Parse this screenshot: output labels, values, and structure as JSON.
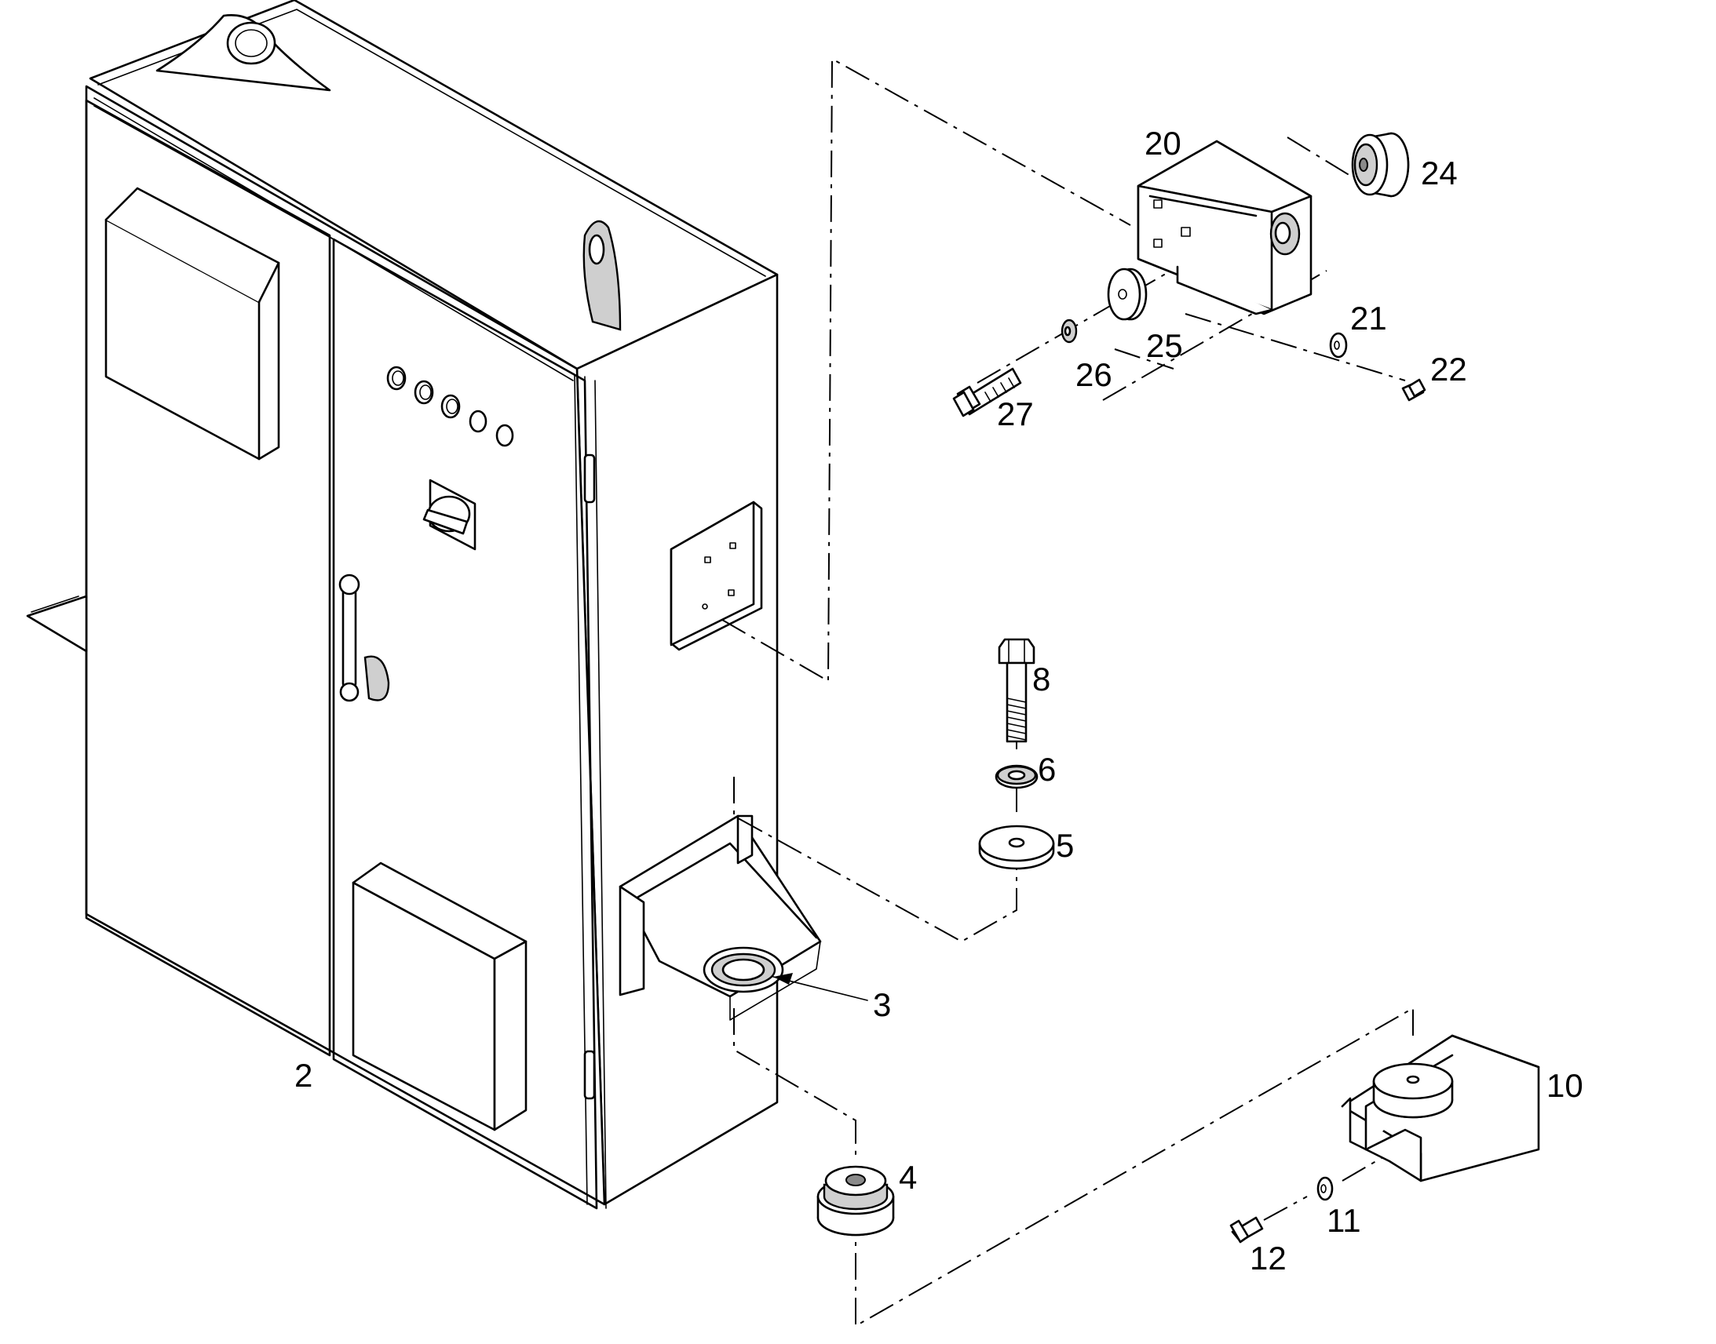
{
  "callouts": {
    "c2": "2",
    "c3": "3",
    "c4": "4",
    "c5": "5",
    "c6": "6",
    "c8": "8",
    "c10": "10",
    "c11": "11",
    "c12": "12",
    "c20": "20",
    "c21": "21",
    "c22": "22",
    "c24": "24",
    "c25": "25",
    "c26": "26",
    "c27": "27"
  }
}
